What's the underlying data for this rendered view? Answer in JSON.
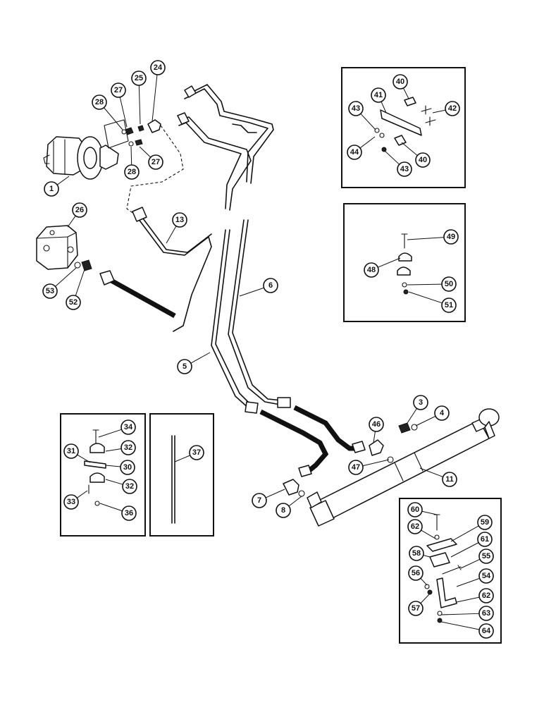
{
  "callouts": [
    {
      "id": "c1",
      "label": "1"
    },
    {
      "id": "c3",
      "label": "3"
    },
    {
      "id": "c4",
      "label": "4"
    },
    {
      "id": "c5",
      "label": "5"
    },
    {
      "id": "c6",
      "label": "6"
    },
    {
      "id": "c7",
      "label": "7"
    },
    {
      "id": "c8",
      "label": "8"
    },
    {
      "id": "c11",
      "label": "11"
    },
    {
      "id": "c13",
      "label": "13"
    },
    {
      "id": "c24",
      "label": "24"
    },
    {
      "id": "c25",
      "label": "25"
    },
    {
      "id": "c26",
      "label": "26"
    },
    {
      "id": "c27a",
      "label": "27"
    },
    {
      "id": "c27b",
      "label": "27"
    },
    {
      "id": "c28a",
      "label": "28"
    },
    {
      "id": "c28b",
      "label": "28"
    },
    {
      "id": "c30",
      "label": "30"
    },
    {
      "id": "c31",
      "label": "31"
    },
    {
      "id": "c32a",
      "label": "32"
    },
    {
      "id": "c32b",
      "label": "32"
    },
    {
      "id": "c33",
      "label": "33"
    },
    {
      "id": "c34",
      "label": "34"
    },
    {
      "id": "c36",
      "label": "36"
    },
    {
      "id": "c37",
      "label": "37"
    },
    {
      "id": "c40a",
      "label": "40"
    },
    {
      "id": "c40b",
      "label": "40"
    },
    {
      "id": "c41",
      "label": "41"
    },
    {
      "id": "c42",
      "label": "42"
    },
    {
      "id": "c43a",
      "label": "43"
    },
    {
      "id": "c43b",
      "label": "43"
    },
    {
      "id": "c44",
      "label": "44"
    },
    {
      "id": "c46",
      "label": "46"
    },
    {
      "id": "c47",
      "label": "47"
    },
    {
      "id": "c48",
      "label": "48"
    },
    {
      "id": "c49",
      "label": "49"
    },
    {
      "id": "c50",
      "label": "50"
    },
    {
      "id": "c51",
      "label": "51"
    },
    {
      "id": "c52",
      "label": "52"
    },
    {
      "id": "c53",
      "label": "53"
    },
    {
      "id": "c54",
      "label": "54"
    },
    {
      "id": "c55",
      "label": "55"
    },
    {
      "id": "c56",
      "label": "56"
    },
    {
      "id": "c57",
      "label": "57"
    },
    {
      "id": "c58",
      "label": "58"
    },
    {
      "id": "c59",
      "label": "59"
    },
    {
      "id": "c60",
      "label": "60"
    },
    {
      "id": "c61",
      "label": "61"
    },
    {
      "id": "c62a",
      "label": "62"
    },
    {
      "id": "c62b",
      "label": "62"
    },
    {
      "id": "c63",
      "label": "63"
    },
    {
      "id": "c64",
      "label": "64"
    }
  ]
}
